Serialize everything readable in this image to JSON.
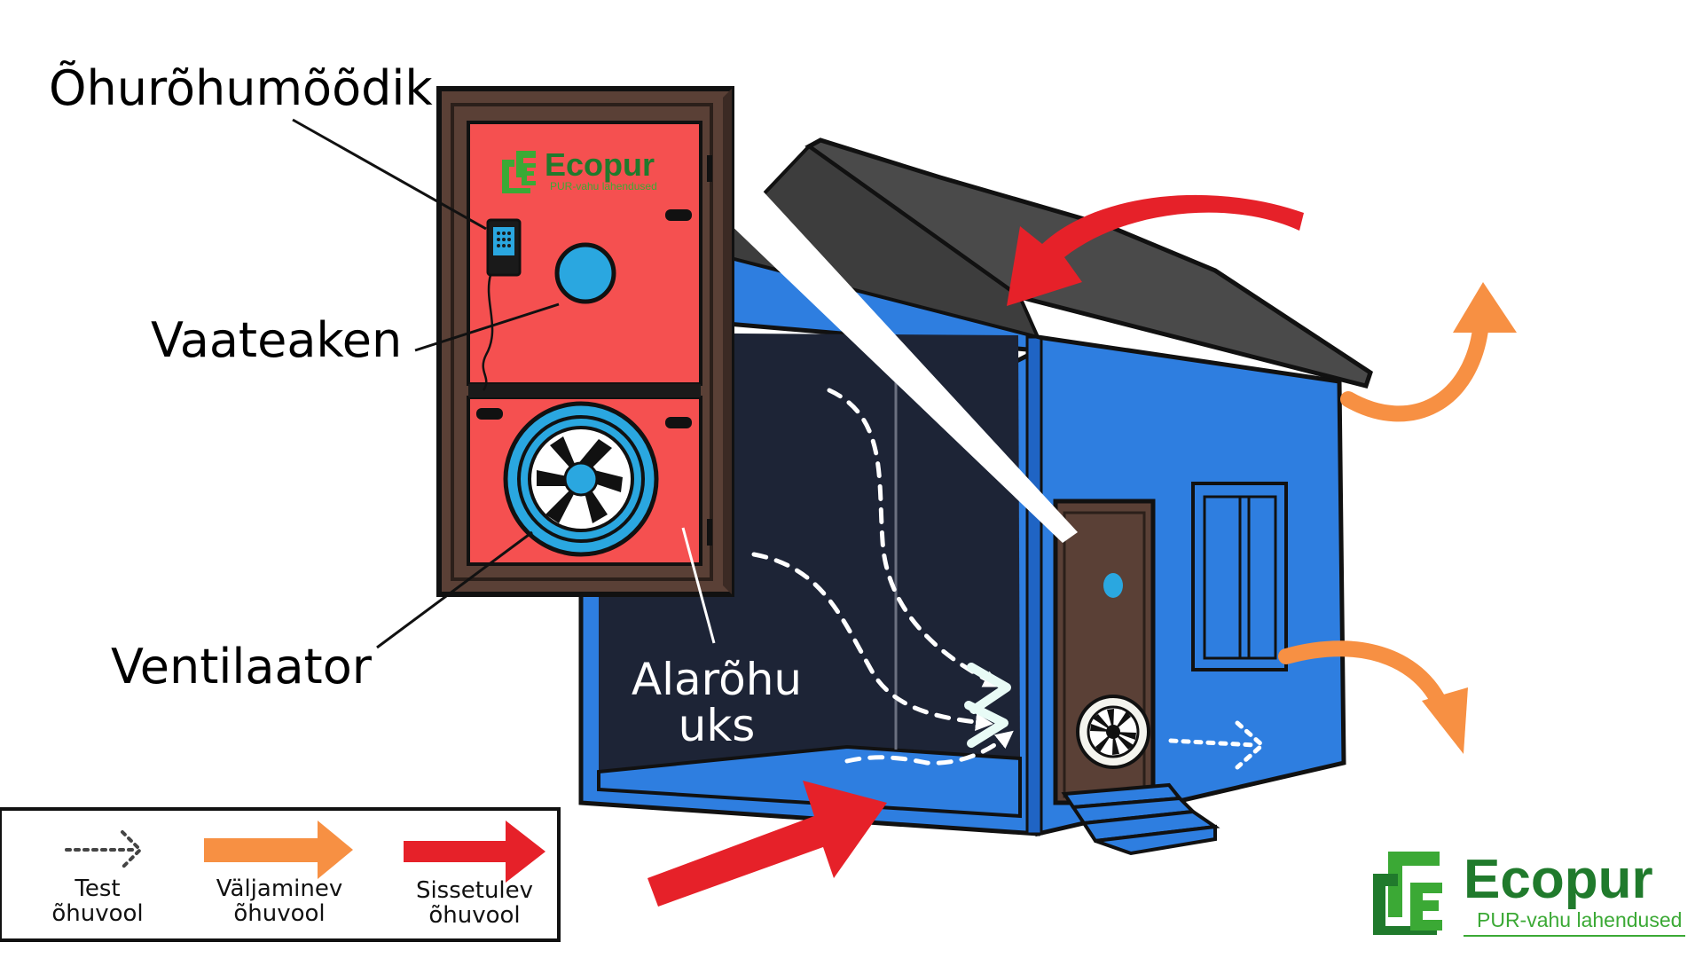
{
  "labels": {
    "meter": "Õhurõhumõõdik",
    "window": "Vaateaken",
    "fan": "Ventilaator",
    "door_line1": "Alarõhu",
    "door_line2": "uks"
  },
  "legend": {
    "test_line1": "Test",
    "test_line2": "õhuvool",
    "out_line1": "Väljaminev",
    "out_line2": "õhuvool",
    "in_line1": "Sissetulev",
    "in_line2": "õhuvool"
  },
  "logo": {
    "name": "Ecopur",
    "tagline": "PUR-vahu lahendused"
  },
  "door_logo": {
    "name": "Ecopur",
    "tagline": "PUR-vahu lahendused"
  },
  "colors": {
    "house_blue": "#2e7ee0",
    "house_dark": "#1d2436",
    "roof": "#4a4a4a",
    "door_frame": "#5a4036",
    "door_panel": "#f55050",
    "fan_blue": "#2aa7e0",
    "incoming_red": "#e62129",
    "outgoing_orange": "#f79043",
    "logo_green": "#3ba935"
  },
  "icons": [
    "ecopur-logo-icon",
    "pressure-gauge-icon",
    "fan-icon"
  ]
}
